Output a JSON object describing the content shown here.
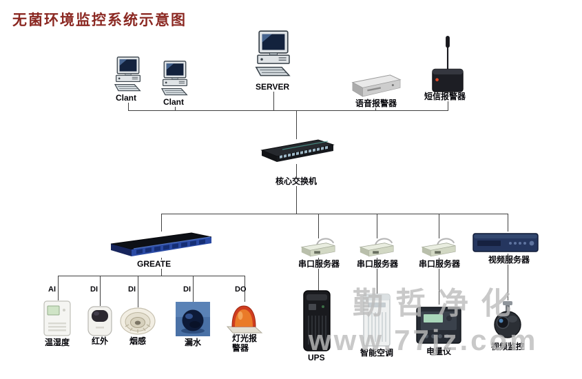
{
  "title": "无菌环境监控系统示意图",
  "colors": {
    "title": "#8b2822",
    "line": "#3f3f3f",
    "label": "#05050a",
    "greate_front": "#2a4aa4",
    "watermark": "#bcbcbc"
  },
  "top_row": {
    "clients": [
      {
        "label": "Clant"
      },
      {
        "label": "Clant"
      }
    ],
    "server": {
      "label": "SERVER"
    },
    "voice_alarm": {
      "label": "语音报警器"
    },
    "sms_alarm": {
      "label": "短信报警器"
    }
  },
  "core_switch": {
    "label": "核心交换机"
  },
  "middle_row": {
    "greate": {
      "label": "GREATE"
    },
    "serial_servers": [
      {
        "label": "串口服务器"
      },
      {
        "label": "串口服务器"
      },
      {
        "label": "串口服务器"
      }
    ],
    "video_server": {
      "label": "视频服务器"
    }
  },
  "sensors": [
    {
      "port": "AI",
      "label": "温湿度"
    },
    {
      "port": "DI",
      "label": "红外"
    },
    {
      "port": "DI",
      "label": "烟感"
    },
    {
      "port": "DI",
      "label": "漏水"
    },
    {
      "port": "DO",
      "label": "灯光报警器"
    }
  ],
  "bottom_row": {
    "ups": {
      "label": "UPS"
    },
    "air_conditioner": {
      "label": "智能空调"
    },
    "power_meter": {
      "label": "电量仪"
    },
    "video_monitor": {
      "label": "视频监控"
    }
  },
  "watermark": {
    "brand": "勤哲净化",
    "url": "www.77jz.com"
  }
}
